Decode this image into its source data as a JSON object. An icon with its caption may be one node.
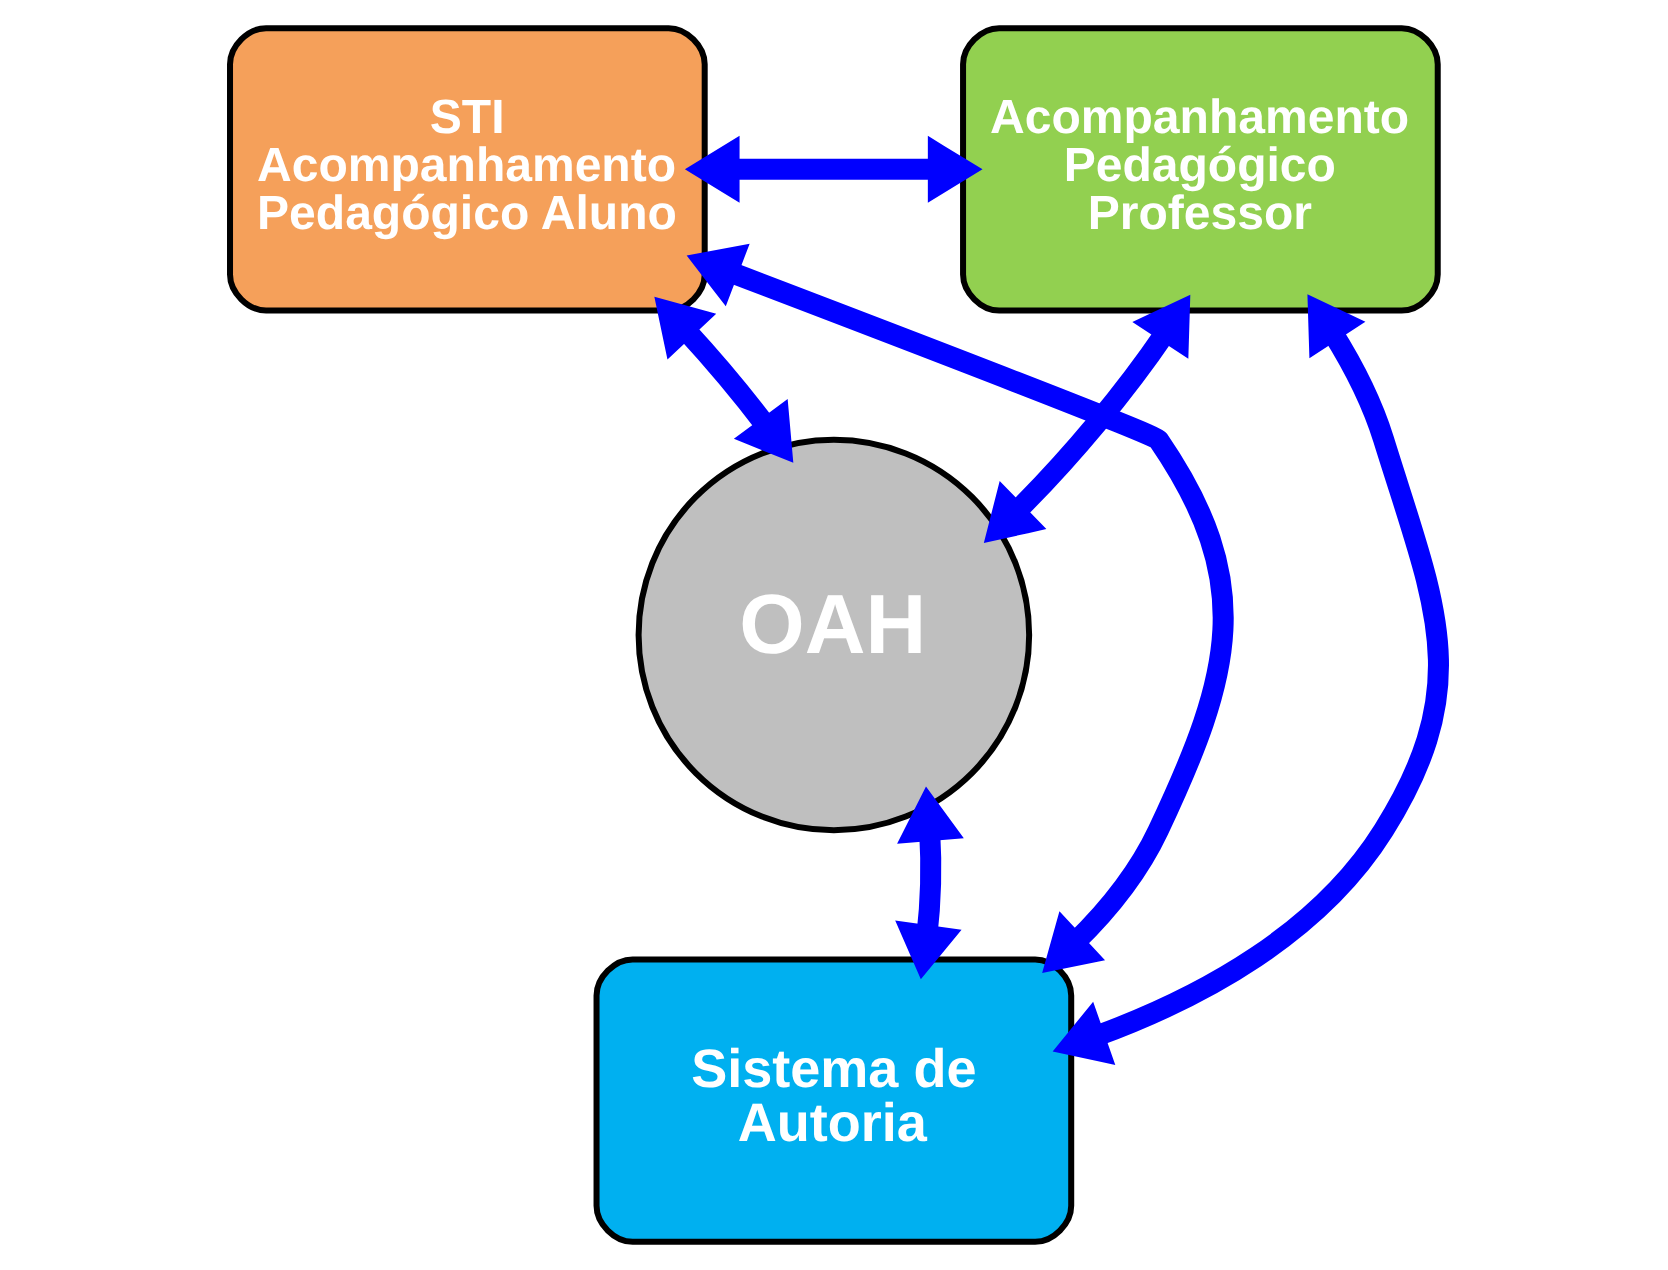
{
  "diagram": {
    "nodes": [
      {
        "text": [
          "STI Acompanhamento Pedagógico Aluno"
        ]
      },
      {
        "text": [
          "Acompanhamento Pedagógico Professor"
        ]
      },
      {
        "text": [
          "OAH"
        ]
      },
      {
        "text": [
          "Sistema de Autoria"
        ]
      }
    ],
    "edges": [
      {
        "from": 0,
        "to": 1,
        "arrow": "both"
      },
      {
        "from": 0,
        "to": 2,
        "arrow": "both"
      },
      {
        "from": 1,
        "to": 2,
        "arrow": "both"
      },
      {
        "from": 0,
        "to": 3,
        "arrow": "both"
      },
      {
        "from": 2,
        "to": 3,
        "arrow": "both"
      },
      {
        "from": 1,
        "to": 3,
        "arrow": "both"
      }
    ]
  }
}
